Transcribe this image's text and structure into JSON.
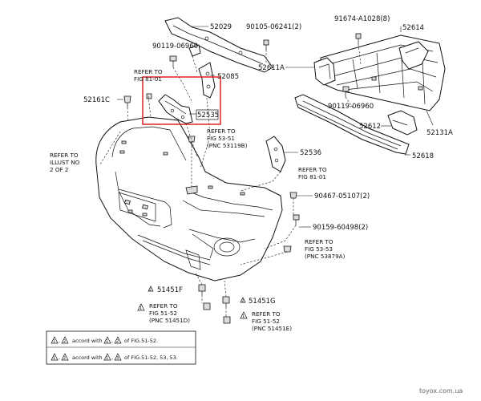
{
  "parts": {
    "p52029": "52029",
    "p90105": "90105-06241(2)",
    "p91674": "91674-A1028(8)",
    "p52614": "52614",
    "p90119a": "90119-06960",
    "p52611a": "52611A",
    "p52085": "52085",
    "p52161c": "52161C",
    "p52535": "52535",
    "p90119b": "90119-06960",
    "p52612": "52612",
    "p52131a": "52131A",
    "p52618": "52618",
    "p52536": "52536",
    "p90467": "90467-05107(2)",
    "p90159": "90159-60498(2)",
    "p51451f": "51451F",
    "p51451g": "51451G"
  },
  "refs": {
    "r1": [
      "REFER TO",
      "FIG 81-01"
    ],
    "r2": [
      "REFER TO",
      "FIG 53-51",
      "(PNC 53119B)"
    ],
    "r3": [
      "REFER TO",
      "ILLUST NO",
      "2 OF 2"
    ],
    "r4": [
      "REFER TO",
      "FIG 81-01"
    ],
    "r5": [
      "REFER TO",
      "FIG 53-53",
      "(PNC 53879A)"
    ],
    "r6": [
      "REFER TO",
      "FIG 51-52",
      "(PNC 51451D)"
    ],
    "r7": [
      "REFER TO",
      "FIG 51-52",
      "(PNC 51451E)"
    ]
  },
  "markers": {
    "m1": "1",
    "m2": "2",
    "m3": "3"
  },
  "legend": {
    "row1": {
      "accord": "accord with",
      "of": "of FIG.51-52."
    },
    "row2": {
      "accord": "accord with",
      "of": "of FIG.51-52, 53, 53."
    }
  },
  "watermark": "toyox.com.ua",
  "highlight_color": "#e02020"
}
